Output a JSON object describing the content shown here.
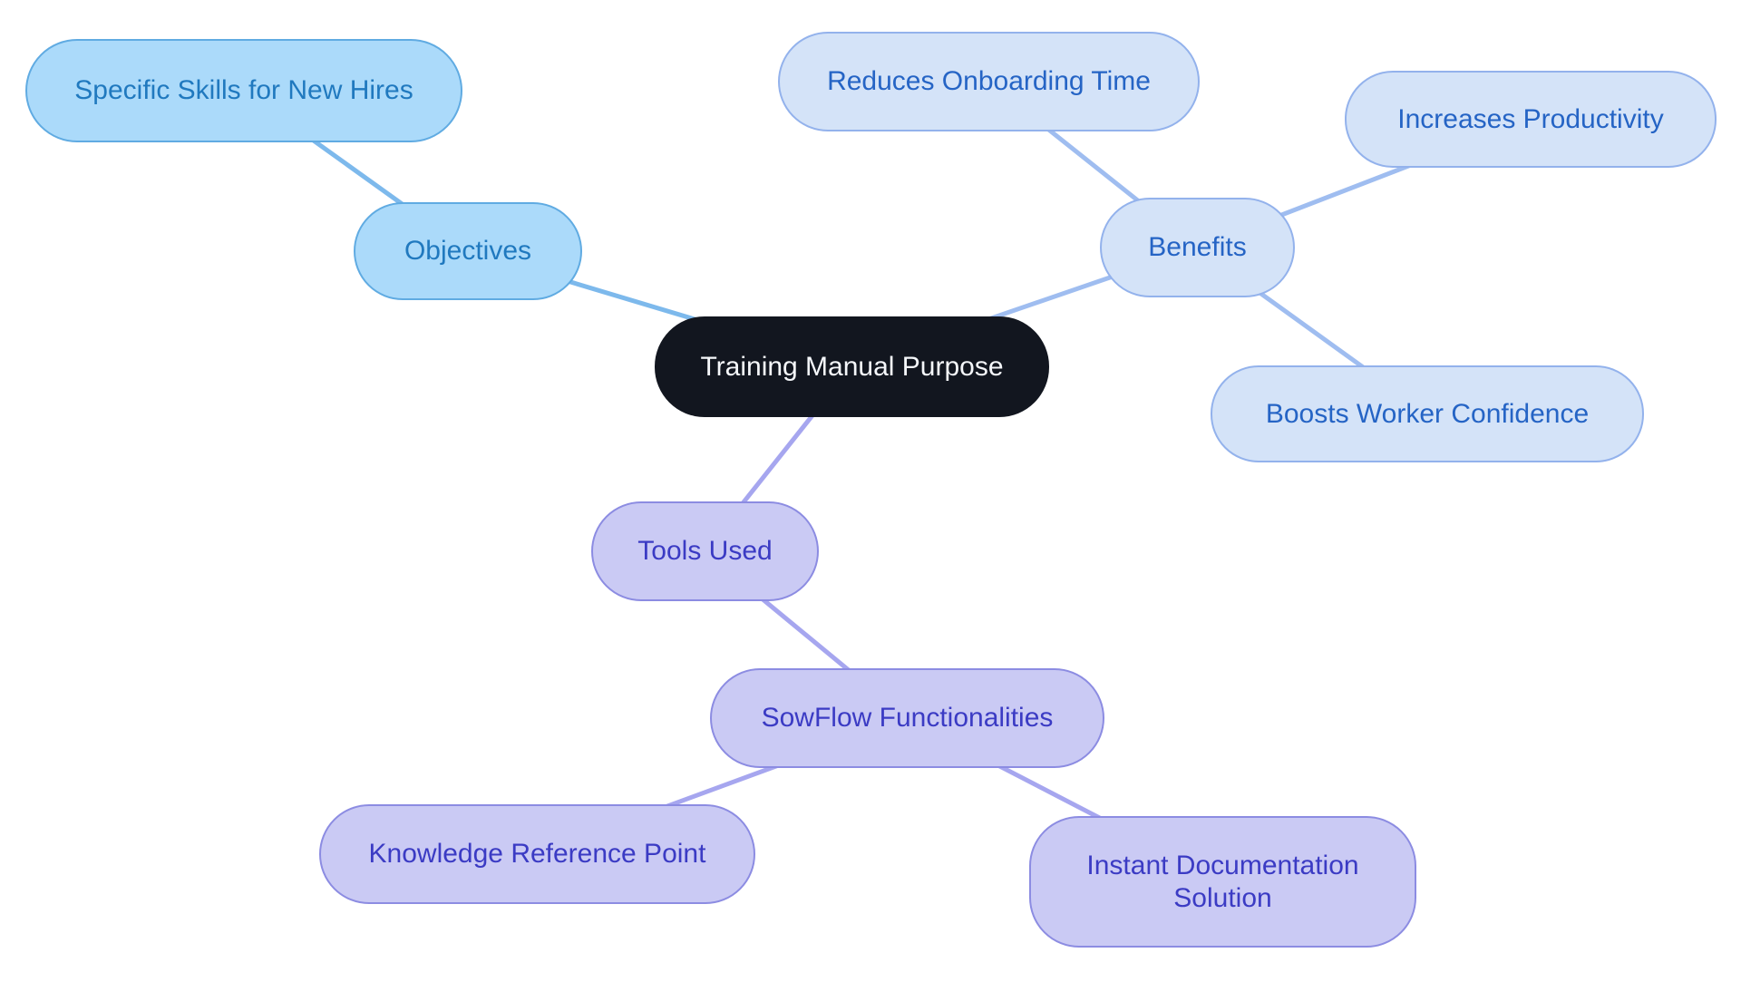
{
  "diagram": {
    "type": "mindmap",
    "background_color": "#ffffff",
    "root_label": "Training Manual Purpose",
    "nodes": [
      {
        "id": "central",
        "label": "Training Manual Purpose",
        "branch": "root",
        "parent": null
      },
      {
        "id": "objectives",
        "label": "Objectives",
        "branch": "sky-blue",
        "parent": "central"
      },
      {
        "id": "specific-skills",
        "label": "Specific Skills for New Hires",
        "branch": "sky-blue",
        "parent": "objectives"
      },
      {
        "id": "benefits",
        "label": "Benefits",
        "branch": "periwinkle",
        "parent": "central"
      },
      {
        "id": "reduces-onboarding",
        "label": "Reduces Onboarding Time",
        "branch": "periwinkle",
        "parent": "benefits"
      },
      {
        "id": "increases-productivity",
        "label": "Increases Productivity",
        "branch": "periwinkle",
        "parent": "benefits"
      },
      {
        "id": "boosts-confidence",
        "label": "Boosts Worker Confidence",
        "branch": "periwinkle",
        "parent": "benefits"
      },
      {
        "id": "tools-used",
        "label": "Tools Used",
        "branch": "lavender",
        "parent": "central"
      },
      {
        "id": "sowflow",
        "label": "SowFlow Functionalities",
        "branch": "lavender",
        "parent": "tools-used"
      },
      {
        "id": "knowledge-ref",
        "label": "Knowledge Reference Point",
        "branch": "lavender",
        "parent": "sowflow"
      },
      {
        "id": "instant-doc",
        "label": "Instant Documentation Solution",
        "branch": "lavender",
        "parent": "sowflow"
      }
    ],
    "colors": {
      "root_fill": "#12161f",
      "root_text": "#f5f7fa",
      "sky_fill": "#abdafa",
      "sky_border": "#60abe2",
      "sky_text": "#2079bf",
      "sky_line": "#7db9ec",
      "periwinkle_fill": "#d4e3f8",
      "periwinkle_border": "#93b2ec",
      "periwinkle_text": "#2564c5",
      "periwinkle_line": "#9fbdf0",
      "lavender_fill": "#cacaf4",
      "lavender_border": "#8c8ce2",
      "lavender_text": "#3b3bc4",
      "lavender_line": "#a6a6ef"
    }
  }
}
